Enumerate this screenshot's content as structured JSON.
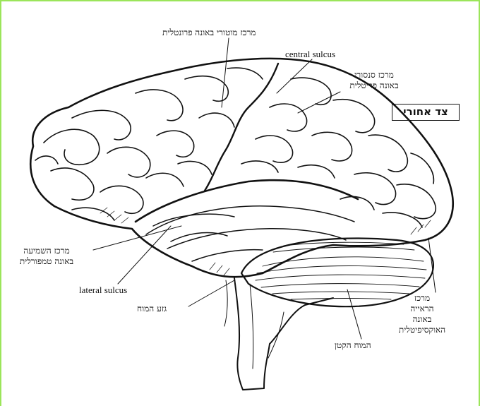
{
  "labels": {
    "motor": "מרכז מוטורי באונה פרונטלית",
    "central_sulcus": "central sulcus",
    "sensory_line1": "מרכז סנסורי",
    "sensory_line2": "באונה פריטלית",
    "posterior_side": "צד אחורי",
    "auditory_line1": "מרכז השמיעה",
    "auditory_line2": "באונה טמפורלית",
    "lateral_sulcus": "lateral sulcus",
    "brainstem": "גזע המוח",
    "visual_line1": "מרכז",
    "visual_line2": "הראייה",
    "visual_line3": "באונה",
    "visual_line4": "האוקסיפיטלית",
    "cerebellum": "המוח הקטן"
  },
  "colors": {
    "frame": "#9be55a",
    "ink": "#111111"
  }
}
